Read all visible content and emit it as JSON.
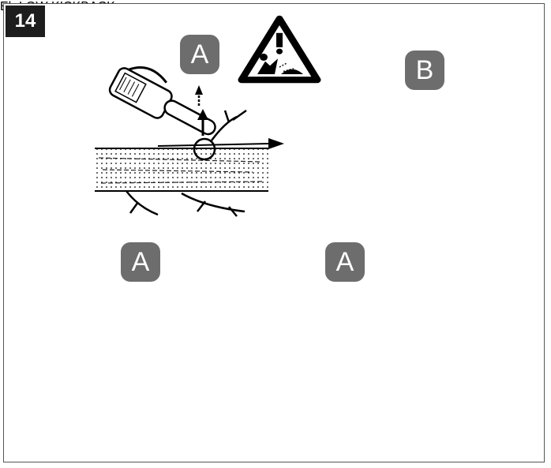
{
  "step_number": "14",
  "labels": {
    "kickback_zone_top": "A",
    "chain_angle": "B",
    "kickback_left": "A",
    "kickback_right": "A"
  },
  "bar_text": {
    "brand_mark": "Eh",
    "low_kickback_line1": "LOW",
    "low_kickback_line2": "KICKBACK"
  },
  "icons": [
    "kickback-warning-icon",
    "chainsaw-icon",
    "log-icon",
    "branch-icon"
  ],
  "colors": {
    "badge": "#6d6d6d",
    "step_box": "#1d1d1d",
    "shade": "#a8a8a8"
  }
}
